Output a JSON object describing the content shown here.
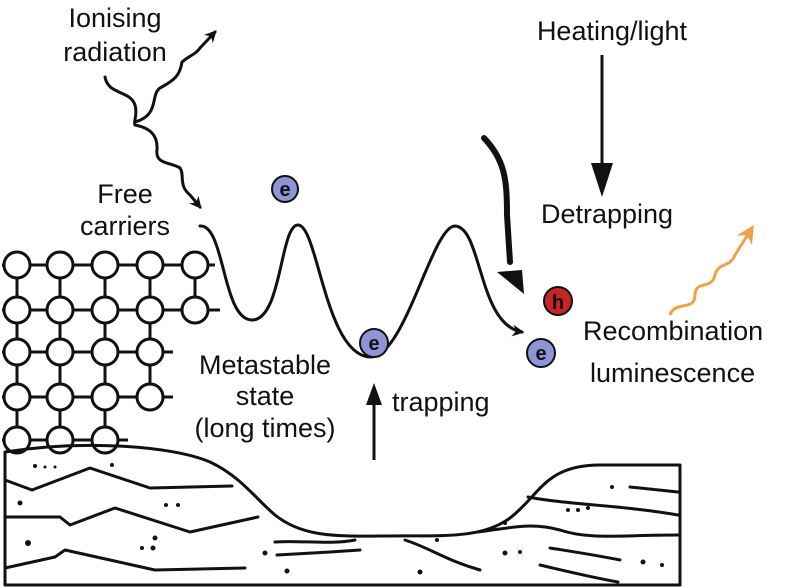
{
  "labels": {
    "ionising": "Ionising",
    "radiation": "radiation",
    "free": "Free",
    "carriers": "carriers",
    "heating": "Heating/light",
    "detrapping": "Detrapping",
    "recombination": "Recombination",
    "luminescence": "luminescence",
    "metastable": "Metastable",
    "state": "state",
    "long_times": "(long times)",
    "trapping": "trapping"
  },
  "particles": {
    "electron": "e",
    "hole": "h"
  },
  "colors": {
    "electron": "#8e94d6",
    "hole": "#c62426",
    "luminescence": "#eda24a",
    "line": "#111111"
  }
}
